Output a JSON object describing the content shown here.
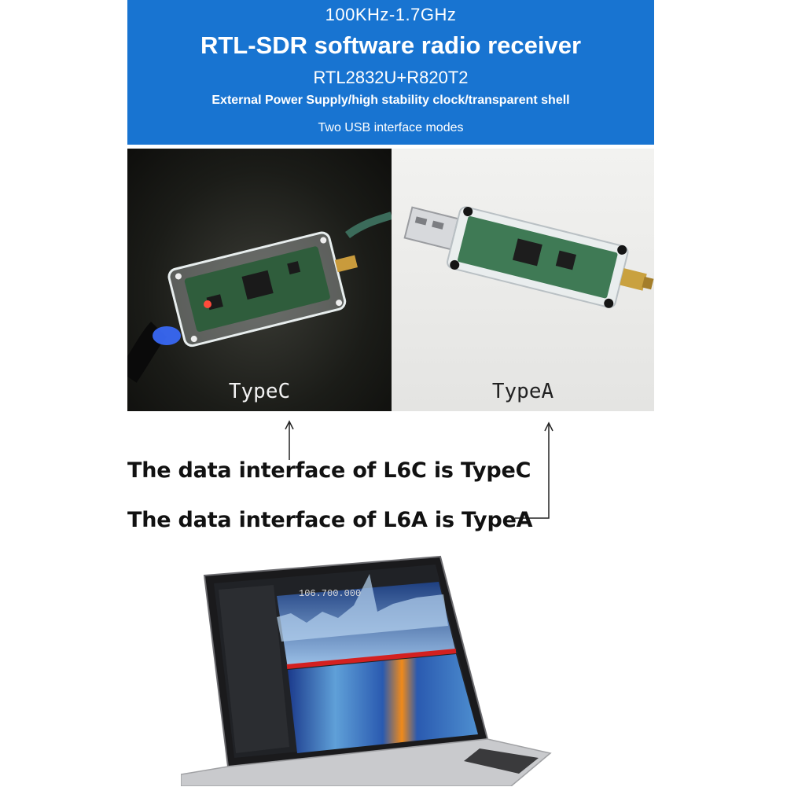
{
  "banner": {
    "frequency": "100KHz-1.7GHz",
    "title": "RTL-SDR software radio receiver",
    "chipset": "RTL2832U+R820T2",
    "features": "External Power Supply/high stability clock/transparent shell",
    "usb_modes": "Two USB interface modes"
  },
  "photos": {
    "typec_label": "TypeC",
    "typea_label": "TypeA"
  },
  "captions": {
    "l6c": "The data interface of L6C is TypeC",
    "l6a": "The data interface of L6A is TypeA"
  },
  "screen": {
    "frequency_readout": "106.700.000"
  },
  "colors": {
    "banner": "#1874d1",
    "spectrum_fill": "#9fc4ea",
    "waterfall_signal": "#f08a1a"
  }
}
